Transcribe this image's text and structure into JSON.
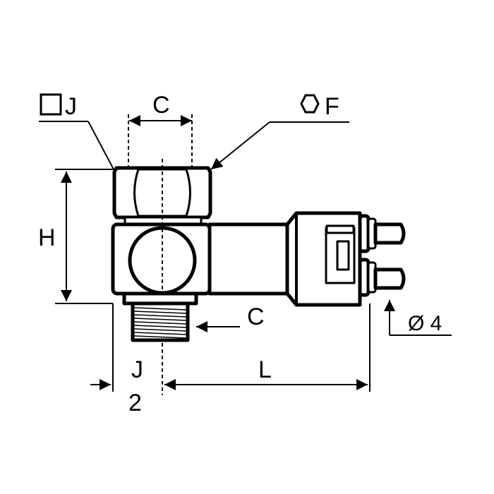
{
  "labels": {
    "square_j": "J",
    "dim_c_top": "C",
    "hex_f": "F",
    "dim_h": "H",
    "dim_c_thread": "C",
    "dim_j_bottom": "J",
    "dim_j_sub": "2",
    "dim_l": "L",
    "diameter": "Ø 4"
  },
  "icons": {
    "square": "square-icon",
    "hexagon": "hexagon-icon"
  },
  "colors": {
    "ink": "#000000",
    "paper": "#ffffff"
  }
}
